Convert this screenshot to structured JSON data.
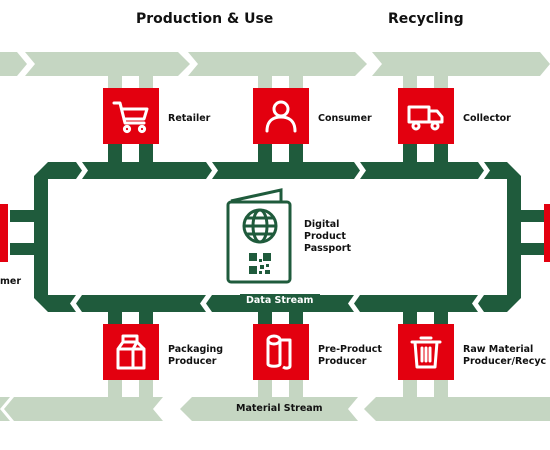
{
  "headings": {
    "production_use": "Production & Use",
    "recycling": "Recycling"
  },
  "nodes": {
    "retailer": {
      "label": "Retailer",
      "icon": "shopping-cart-icon"
    },
    "consumer": {
      "label": "Consumer",
      "icon": "person-icon"
    },
    "collector": {
      "label": "Collector",
      "icon": "truck-icon"
    },
    "packaging": {
      "line1": "Packaging",
      "line2": "Producer",
      "icon": "milk-carton-icon"
    },
    "pre_product": {
      "line1": "Pre-Product",
      "line2": "Producer",
      "icon": "material-roll-icon"
    },
    "raw_material": {
      "line1": "Raw Material",
      "line2": "Producer/Recyc",
      "icon": "trash-bin-icon"
    },
    "left_partial": {
      "label": "mer"
    }
  },
  "passport": {
    "line1": "Digital",
    "line2": "Product",
    "line3": "Passport",
    "icon": "digital-passport-icon"
  },
  "streams": {
    "data": "Data Stream",
    "material": "Material Stream"
  },
  "colors": {
    "red": "#e3000f",
    "dark_green": "#1f5b3c",
    "light_green": "#c5d6c2",
    "white": "#ffffff"
  }
}
